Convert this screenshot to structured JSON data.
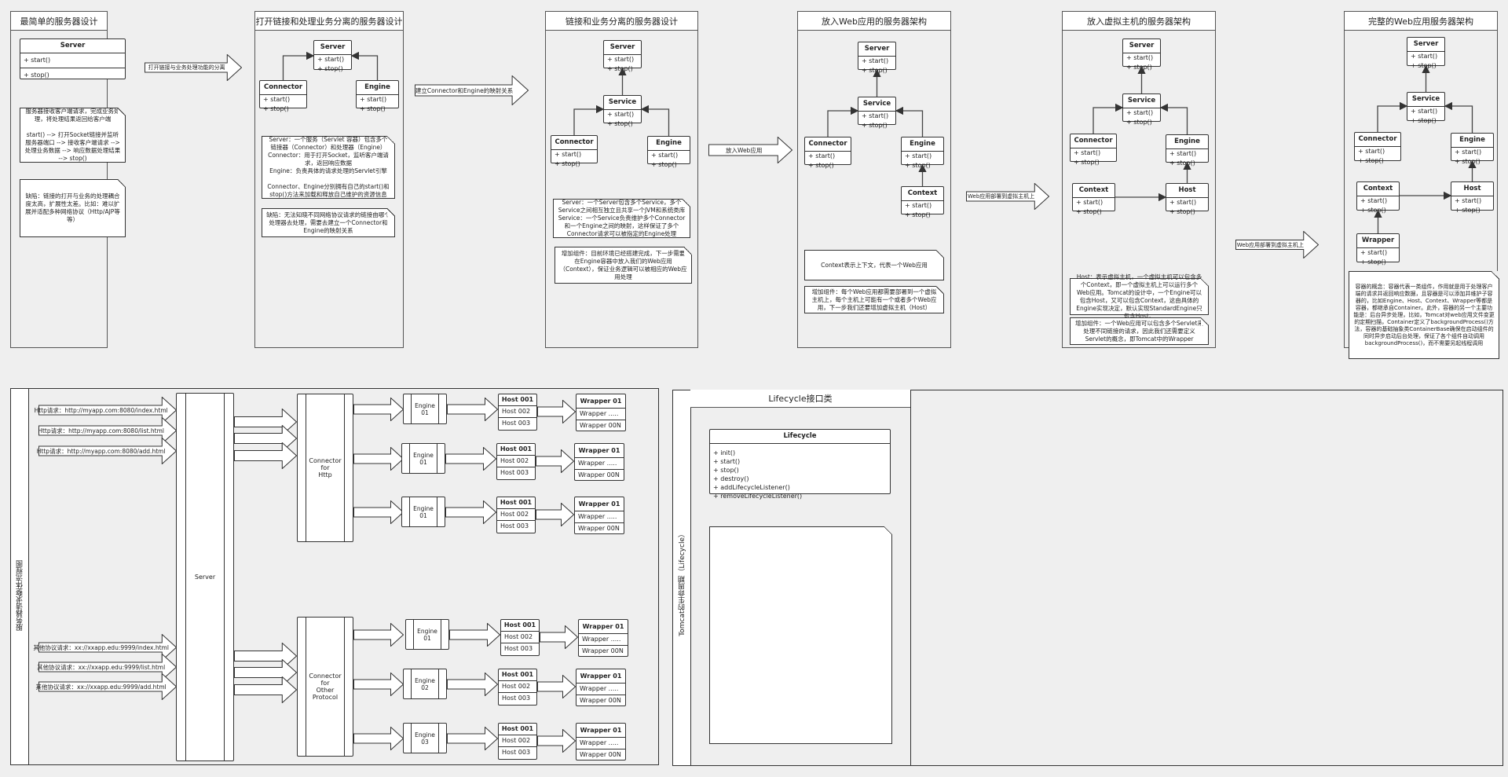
{
  "stages": [
    {
      "title": "最简单的服务器设计",
      "classes": [
        {
          "name": "Server",
          "methods": [
            "+ start()",
            "+ stop()"
          ]
        }
      ],
      "notes": [
        "服务器接收客户端请求，完成业务处理，将处理结果返回给客户端\n\nstart() --> 打开Socket链接并监听服务器端口 --> 接收客户端请求 --> 处理业务数据 --> 响应数据处理结果 --> stop()",
        "缺陷：链接的打开与业务的处理耦合度太高，扩展性太差。比如：难以扩展并适配多种网络协议（Http/AJP等等）"
      ]
    },
    {
      "title": "打开链接和处理业务分离的服务器设计",
      "classes": [
        {
          "name": "Server",
          "methods": [
            "+ start()",
            "+ stop()"
          ]
        },
        {
          "name": "Connector",
          "methods": [
            "+ start()",
            "+ stop()"
          ]
        },
        {
          "name": "Engine",
          "methods": [
            "+ start()",
            "+ stop()"
          ]
        }
      ],
      "notes": [
        "Server：一个服务（Servlet 容器）包含多个链接器（Connector）和处理器（Engine）\nConnector：用于打开Socket，监听客户端请求，返回响应数据\nEngine：负责具体的请求处理的Servlet引擎\n\nConnector、Engine分别拥有自己的start()和stop()方法来加载和释放自己维护的资源信息",
        "缺陷：无法知晓不同网络协议请求的链接由哪个处理器去处理，需要去建立一个Connector和Engine的映射关系"
      ]
    },
    {
      "title": "链接和业务分离的服务器设计",
      "classes": [
        {
          "name": "Server",
          "methods": [
            "+ start()",
            "+ stop()"
          ]
        },
        {
          "name": "Service",
          "methods": [
            "+ start()",
            "+ stop()"
          ]
        },
        {
          "name": "Connector",
          "methods": [
            "+ start()",
            "+ stop()"
          ]
        },
        {
          "name": "Engine",
          "methods": [
            "+ start()",
            "+ stop()"
          ]
        }
      ],
      "notes": [
        "Server：一个Server包含多个Service，多个Service之间相互独立且共享一个JVM和系统类库\nService：一个Service负责维护多个Connector和一个Engine之间的映射，这样保证了多个Connector请求可以被指定的Engine处理",
        "增加组件：目前环境已经搭建完成，下一步需要在Engine容器中放入我们的Web应用（Context），保证业务逻辑可以被相应的Web应用处理"
      ]
    },
    {
      "title": "放入Web应用的服务器架构",
      "classes": [
        {
          "name": "Server",
          "methods": [
            "+ start()",
            "+ stop()"
          ]
        },
        {
          "name": "Service",
          "methods": [
            "+ start()",
            "+ stop()"
          ]
        },
        {
          "name": "Connector",
          "methods": [
            "+ start()",
            "+ stop()"
          ]
        },
        {
          "name": "Engine",
          "methods": [
            "+ start()",
            "+ stop()"
          ]
        },
        {
          "name": "Context",
          "methods": [
            "+ start()",
            "+ stop()"
          ]
        }
      ],
      "notes": [
        "Context表示上下文，代表一个Web应用",
        "增加组件：每个Web应用都需要部署到一个虚拟主机上，每个主机上可能有一个或者多个Web应用，下一步我们还要增加虚拟主机（Host）"
      ]
    },
    {
      "title": "放入虚拟主机的服务器架构",
      "classes": [
        {
          "name": "Server",
          "methods": [
            "+ start()",
            "+ stop()"
          ]
        },
        {
          "name": "Service",
          "methods": [
            "+ start()",
            "+ stop()"
          ]
        },
        {
          "name": "Connector",
          "methods": [
            "+ start()",
            "+ stop()"
          ]
        },
        {
          "name": "Engine",
          "methods": [
            "+ start()",
            "+ stop()"
          ]
        },
        {
          "name": "Context",
          "methods": [
            "+ start()",
            "+ stop()"
          ]
        },
        {
          "name": "Host",
          "methods": [
            "+ start()",
            "+ stop()"
          ]
        }
      ],
      "notes": [
        "Host：表示虚拟主机，一个虚拟主机可以包含多个Context，即一个虚拟主机上可以运行多个Web应用。Tomcat的设计中，一个Engine可以包含Host，又可以包含Context，这由具体的Engine实现决定，默认实现StandardEngine只包含Host。",
        "增加组件：一个Web应用可以包含多个Servlet来处理不同链接的请求，因此我们还需要定义Servlet的概念，即Tomcat中的Wrapper"
      ]
    },
    {
      "title": "完整的Web应用服务器架构",
      "classes": [
        {
          "name": "Server",
          "methods": [
            "+ start()",
            "+ stop()"
          ]
        },
        {
          "name": "Service",
          "methods": [
            "+ start()",
            "+ stop()"
          ]
        },
        {
          "name": "Connector",
          "methods": [
            "+ start()",
            "+ stop()"
          ]
        },
        {
          "name": "Engine",
          "methods": [
            "+ start()",
            "+ stop()"
          ]
        },
        {
          "name": "Context",
          "methods": [
            "+ start()",
            "+ stop()"
          ]
        },
        {
          "name": "Host",
          "methods": [
            "+ start()",
            "+ stop()"
          ]
        },
        {
          "name": "Wrapper",
          "methods": [
            "+ start()",
            "+ stop()"
          ]
        }
      ],
      "notes": [
        "容器的概念：容器代表一类组件，作用就是用于处理客户端的请求并返回响应数据，且容器是可以添加并维护子容器的，比如Engine、Host、Context、Wrapper等都是容器，都继承自Container。此外，容器的另一个主要功能是：后台异步处理，比如，Tomcat对web应用文件变更的定期扫描，Container定义了backgroundProcess()方法，容器的基础抽象类ContainerBase确保在启动组件的同时异步启动后台处理，保证了各个组件自动调用backgroundProcess()，而不需要另起线程调用"
      ]
    }
  ],
  "transitions": [
    "打开链接与业务处理功能的分离",
    "建立Connector和Engine的映射关系",
    "放入Web应用",
    "Web应用部署到虚拟主机上",
    "Web应用部署到虚拟主机上"
  ],
  "flow": {
    "lane_title": "服务器请求整体流程图",
    "server_label": "Server",
    "http_requests": [
      "Http请求：http://myapp.com:8080/index.html",
      "Http请求：http://myapp.com:8080/list.html",
      "Http请求：http://myapp.com:8080/add.html"
    ],
    "other_requests": [
      "其他协议请求：xx://xxapp.edu:9999/index.html",
      "其他协议请求：xx://xxapp.edu:9999/list.html",
      "其他协议请求：xx://xxapp.edu:9999/add.html"
    ],
    "connectors": [
      {
        "label": "Connector\nfor\nHttp",
        "engines": [
          {
            "label": "Engine 01",
            "hosts": [
              "Host 001",
              "Host  002",
              "Host  003"
            ],
            "wrappers": [
              "Wrapper 01",
              "Wrapper .....",
              "Wrapper 00N"
            ]
          },
          {
            "label": "Engine 01",
            "hosts": [
              "Host 001",
              "Host  002",
              "Host  003"
            ],
            "wrappers": [
              "Wrapper 01",
              "Wrapper .....",
              "Wrapper 00N"
            ]
          },
          {
            "label": "Engine 01",
            "hosts": [
              "Host 001",
              "Host  002",
              "Host  003"
            ],
            "wrappers": [
              "Wrapper 01",
              "Wrapper .....",
              "Wrapper 00N"
            ]
          }
        ]
      },
      {
        "label": "Connector\nfor\nOther\nProtocol",
        "engines": [
          {
            "label": "Engine 01",
            "hosts": [
              "Host 001",
              "Host  002",
              "Host  003"
            ],
            "wrappers": [
              "Wrapper 01",
              "Wrapper .....",
              "Wrapper 00N"
            ]
          },
          {
            "label": "Engine 02",
            "hosts": [
              "Host 001",
              "Host  002",
              "Host  003"
            ],
            "wrappers": [
              "Wrapper 01",
              "Wrapper .....",
              "Wrapper 00N"
            ]
          },
          {
            "label": "Engine 03",
            "hosts": [
              "Host 001",
              "Host  002",
              "Host  003"
            ],
            "wrappers": [
              "Wrapper 01",
              "Wrapper .....",
              "Wrapper 00N"
            ]
          }
        ]
      }
    ]
  },
  "lifecycle": {
    "lane_title": "Tomcat的生命周期（Lifecycle）",
    "section_title": "Lifecycle接口类",
    "class_name": "Lifecycle",
    "methods": [
      "+ init()",
      "+ start()",
      "+ stop()",
      "+ destroy()",
      "+ addLifecycleListener()",
      "+ removeLifecycleListener()"
    ],
    "note": ""
  }
}
